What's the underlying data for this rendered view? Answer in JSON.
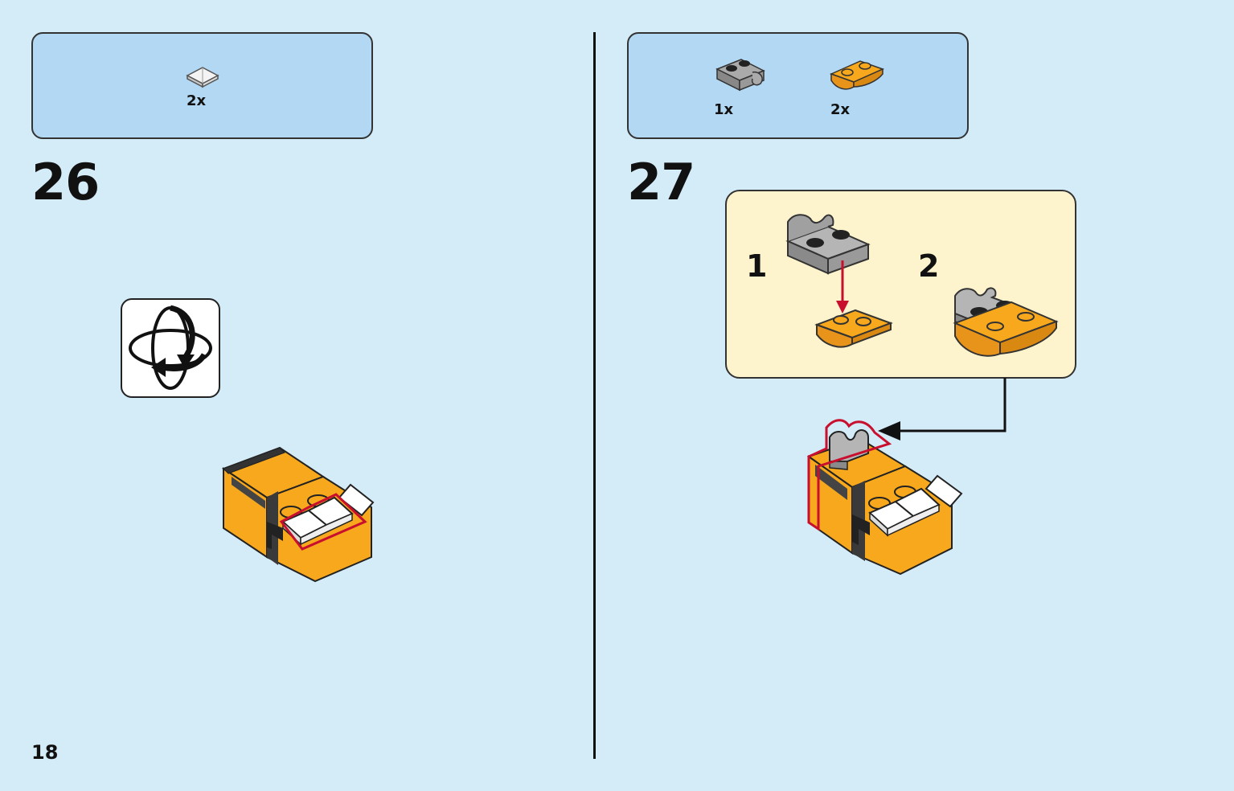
{
  "page": {
    "number": "18"
  },
  "steps": [
    {
      "number": "26",
      "parts": [
        {
          "qty": "2x",
          "icon": "white-slope-tile-icon"
        }
      ],
      "rotate_icon": "rotate-model-icon"
    },
    {
      "number": "27",
      "parts": [
        {
          "qty": "1x",
          "icon": "gray-clip-plate-icon"
        },
        {
          "qty": "2x",
          "icon": "orange-curved-plate-icon"
        }
      ],
      "substeps": [
        {
          "number": "1"
        },
        {
          "number": "2"
        }
      ]
    }
  ],
  "colors": {
    "background": "#d4ebf8",
    "parts_box": "#b3d8f3",
    "callout": "#fdf3cc",
    "brick_orange": "#f7a81c",
    "highlight_red": "#c8102e"
  }
}
